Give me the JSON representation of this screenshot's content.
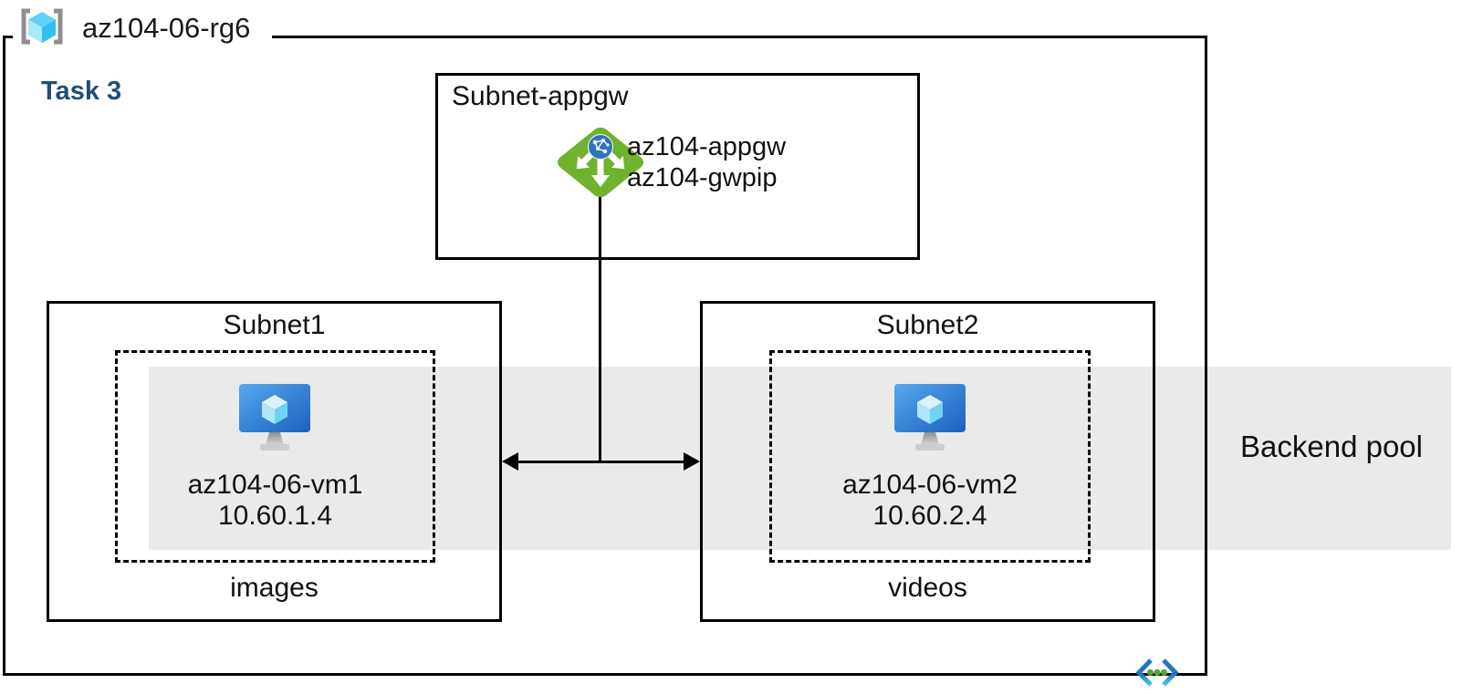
{
  "diagram_type": "azure-architecture-diagram",
  "resource_group": {
    "name": "az104-06-rg6",
    "icon": "resource-group-icon"
  },
  "task": {
    "label": "Task 3"
  },
  "appgw_subnet": {
    "title": "Subnet-appgw",
    "gateway": {
      "icon": "application-gateway-icon",
      "name": "az104-appgw",
      "public_ip": "az104-gwpip"
    }
  },
  "subnet1": {
    "title": "Subnet1",
    "vm": {
      "icon": "virtual-machine-icon",
      "name": "az104-06-vm1",
      "ip": "10.60.1.4"
    },
    "caption": "images"
  },
  "subnet2": {
    "title": "Subnet2",
    "vm": {
      "icon": "virtual-machine-icon",
      "name": "az104-06-vm2",
      "ip": "10.60.2.4"
    },
    "caption": "videos"
  },
  "backend_pool": {
    "label": "Backend pool"
  },
  "footer_icon": "virtual-network-icon",
  "connections": [
    {
      "from": "az104-appgw",
      "to": "backend-pool-subnets",
      "style": "vertical-line"
    },
    {
      "from": "Subnet1",
      "to": "Subnet2",
      "style": "double-headed-arrow"
    }
  ],
  "colors": {
    "task_label_blue": "#1F4E79",
    "backend_pool_band_gray": "#EAEAEA",
    "gateway_green": "#6FB22D",
    "globe_blue": "#2F74C0",
    "vm_monitor_blue_top": "#57A8EC",
    "vm_monitor_blue_bottom": "#1C60BF",
    "cube_cyan": "#6FD4F4",
    "rg_bracket_gray": "#8F8F8F",
    "rg_cube_cyan": "#2FBFF0",
    "vnet_dark_blue": "#2273C3",
    "vnet_light_cyan": "#5BD5F7",
    "vnet_dot_green": "#5BA135",
    "line_black": "#000000"
  }
}
